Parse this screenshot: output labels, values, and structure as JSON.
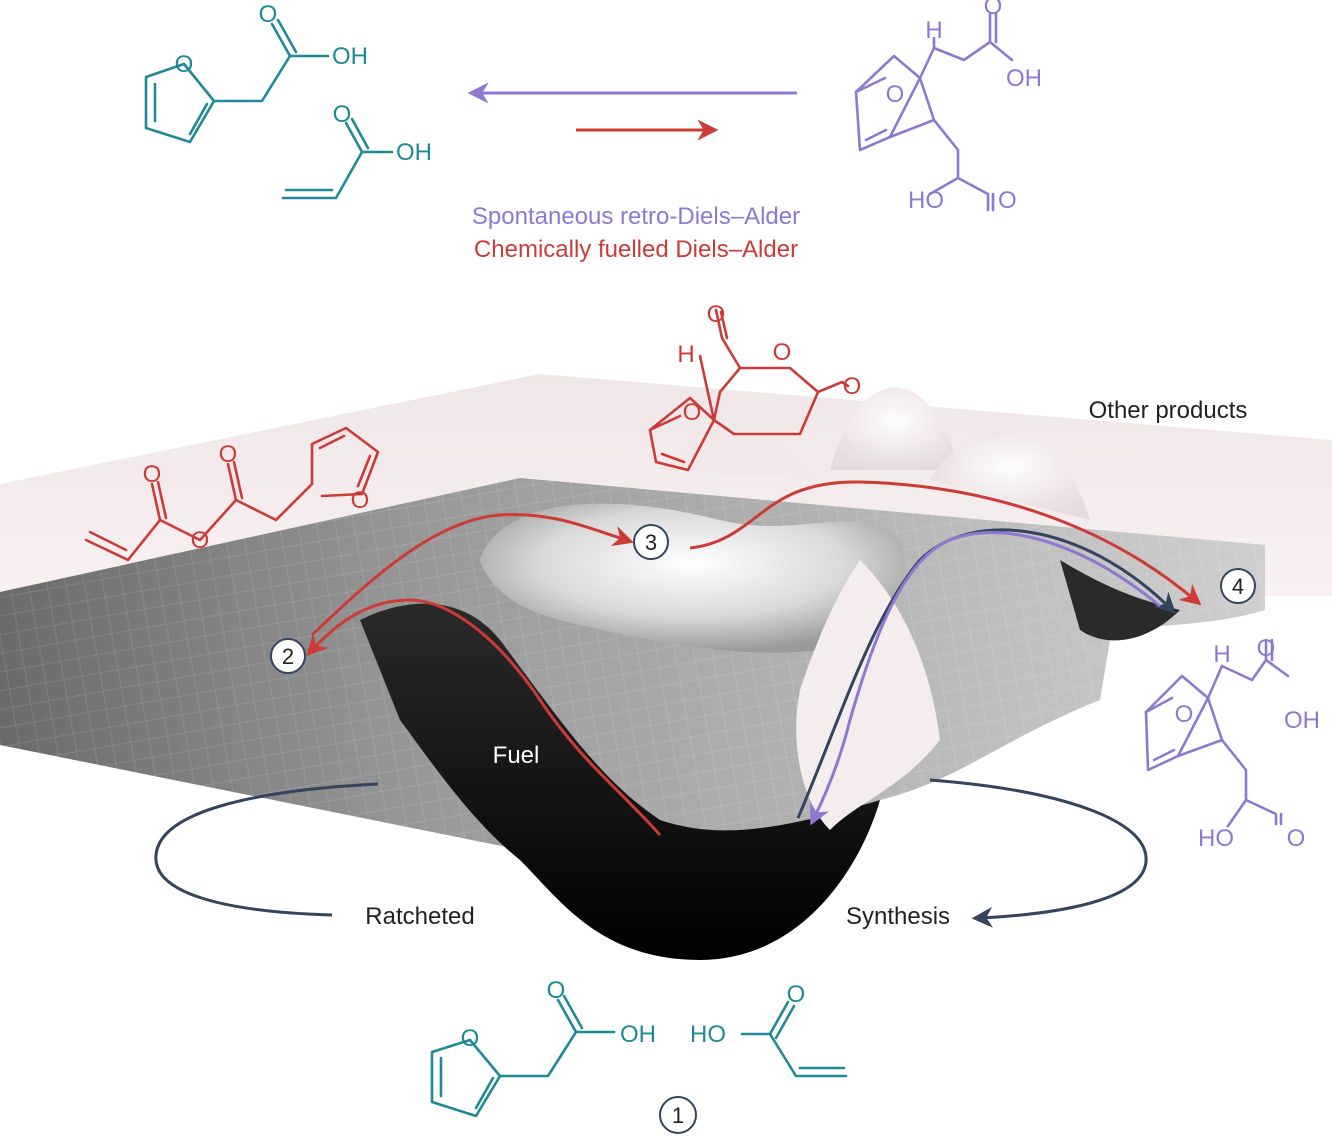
{
  "colors": {
    "teal": "#1f8a96",
    "purple": "#8e79d2",
    "red": "#cc3b36",
    "navy": "#34435e"
  },
  "atoms": {
    "O": "O",
    "OH": "OH",
    "HO": "HO",
    "H": "H"
  },
  "legend": {
    "retro": "Spontaneous retro-Diels–Alder",
    "fuelled": "Chemically fuelled Diels–Alder"
  },
  "landscape": {
    "other_products": "Other products",
    "fuel": "Fuel",
    "ratcheted": "Ratcheted",
    "synthesis": "Synthesis"
  },
  "states": {
    "s1": "1",
    "s2": "2",
    "s3": "3",
    "s4": "4"
  }
}
